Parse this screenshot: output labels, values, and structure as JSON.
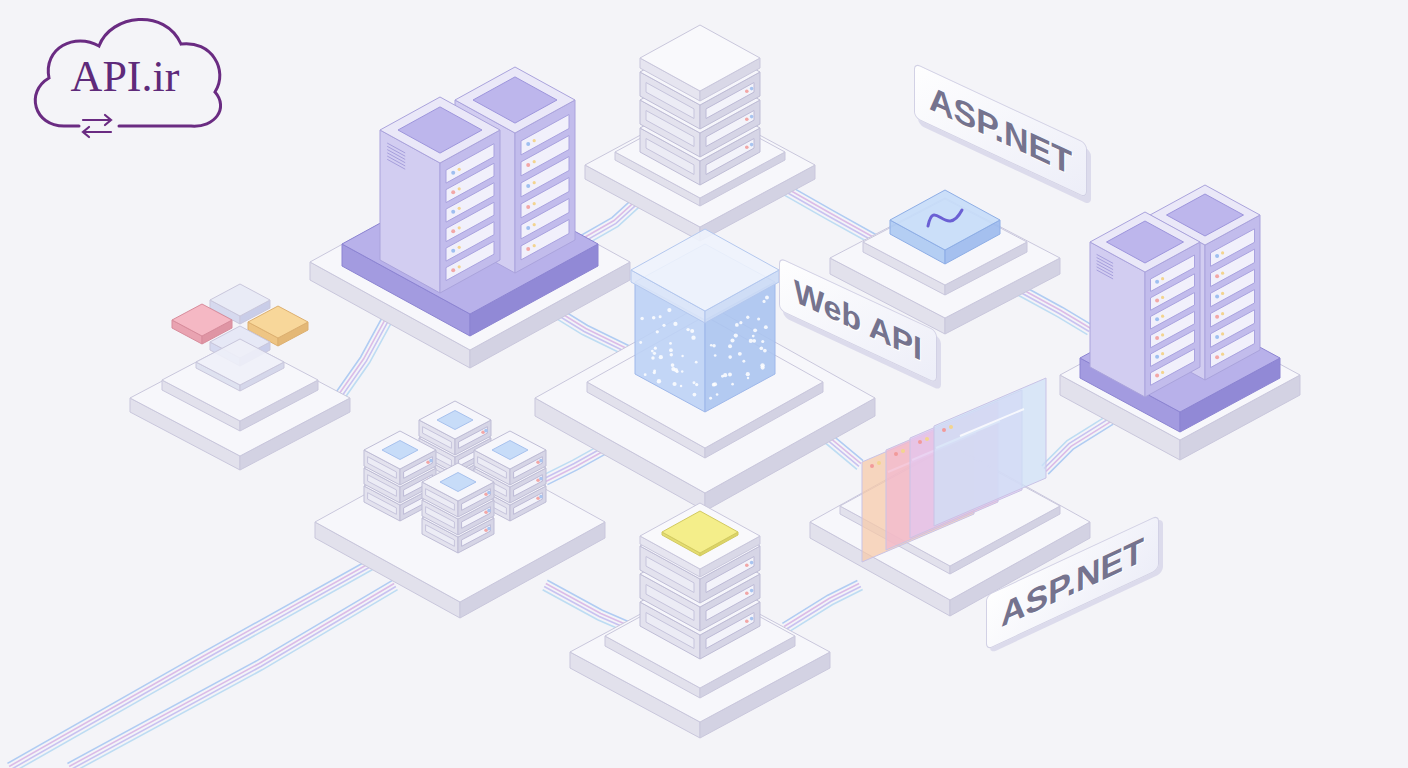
{
  "diagram": {
    "nodes": [
      {
        "text": [
          "API.ir"
        ]
      },
      {
        "text": [
          "ASP.NET"
        ]
      },
      {
        "text": [
          "Web API"
        ]
      },
      {
        "text": [
          "ASP.NET"
        ]
      }
    ]
  }
}
